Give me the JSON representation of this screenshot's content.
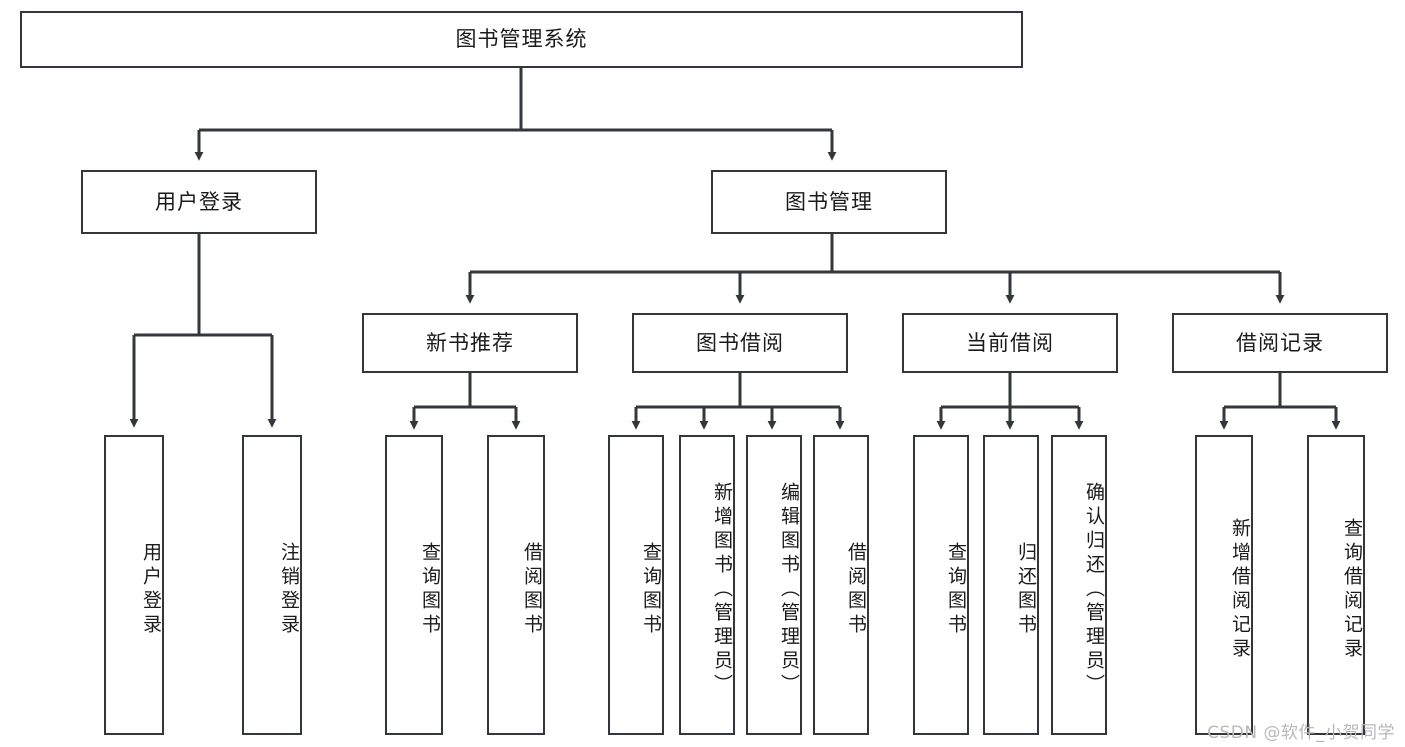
{
  "diagram": {
    "title": "图书管理系统",
    "watermark": "CSDN @软件_小贺同学",
    "stroke_color": "#33373b",
    "fill_color": "#ffffff",
    "text_color": "#1b1b1b",
    "watermark_color": "#b9b9b9",
    "root": {
      "label": "图书管理系统"
    },
    "level2": [
      {
        "label": "用户登录"
      },
      {
        "label": "图书管理"
      }
    ],
    "level3": [
      {
        "label": "新书推荐"
      },
      {
        "label": "图书借阅"
      },
      {
        "label": "当前借阅"
      },
      {
        "label": "借阅记录"
      }
    ],
    "leaves": {
      "user_login": [
        {
          "label": "用户登录"
        },
        {
          "label": "注销登录"
        }
      ],
      "new_book": [
        {
          "label": "查询图书"
        },
        {
          "label": "借阅图书"
        }
      ],
      "book_borrow": [
        {
          "label": "查询图书"
        },
        {
          "label": "新增图书（管理员）"
        },
        {
          "label": "编辑图书（管理员）"
        },
        {
          "label": "借阅图书"
        }
      ],
      "current_borrow": [
        {
          "label": "查询图书"
        },
        {
          "label": "归还图书"
        },
        {
          "label": "确认归还（管理员）"
        }
      ],
      "borrow_record": [
        {
          "label": "新增借阅记录"
        },
        {
          "label": "查询借阅记录"
        }
      ]
    }
  }
}
